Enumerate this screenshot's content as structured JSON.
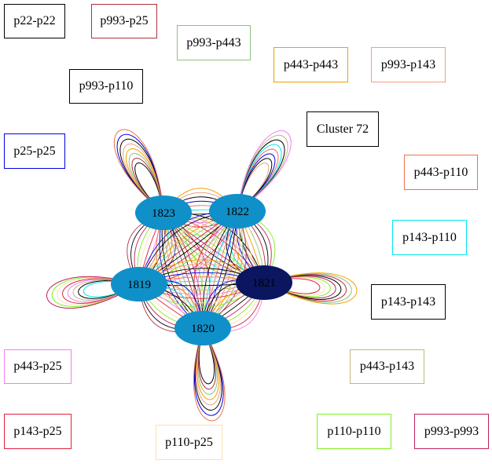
{
  "cluster": {
    "title": "Cluster 72"
  },
  "legend": [
    {
      "label": "p22-p22",
      "color": "#000000"
    },
    {
      "label": "p993-p25",
      "color": "#b03040"
    },
    {
      "label": "p993-p443",
      "color": "#8fbf80"
    },
    {
      "label": "p443-p443",
      "color": "#f0a000"
    },
    {
      "label": "p993-p143",
      "color": "#f0a080"
    },
    {
      "label": "p993-p110",
      "color": "#000000"
    },
    {
      "label": "p25-p25",
      "color": "#0000e0"
    },
    {
      "label": "p443-p110",
      "color": "#f07050"
    },
    {
      "label": "p143-p110",
      "color": "#00e8f0"
    },
    {
      "label": "p143-p143",
      "color": "#000000"
    },
    {
      "label": "p443-p143",
      "color": "#c0b880"
    },
    {
      "label": "p443-p25",
      "color": "#f080f0"
    },
    {
      "label": "p143-p25",
      "color": "#e02040"
    },
    {
      "label": "p110-p25",
      "color": "#ffe0b0"
    },
    {
      "label": "p110-p110",
      "color": "#80f020"
    },
    {
      "label": "p993-p993",
      "color": "#c02060"
    }
  ],
  "nodes": [
    {
      "id": "1823",
      "fill": "#1090c8"
    },
    {
      "id": "1822",
      "fill": "#1090c8"
    },
    {
      "id": "1819",
      "fill": "#1090c8"
    },
    {
      "id": "1821",
      "fill": "#0a1660"
    },
    {
      "id": "1820",
      "fill": "#1090c8"
    }
  ]
}
